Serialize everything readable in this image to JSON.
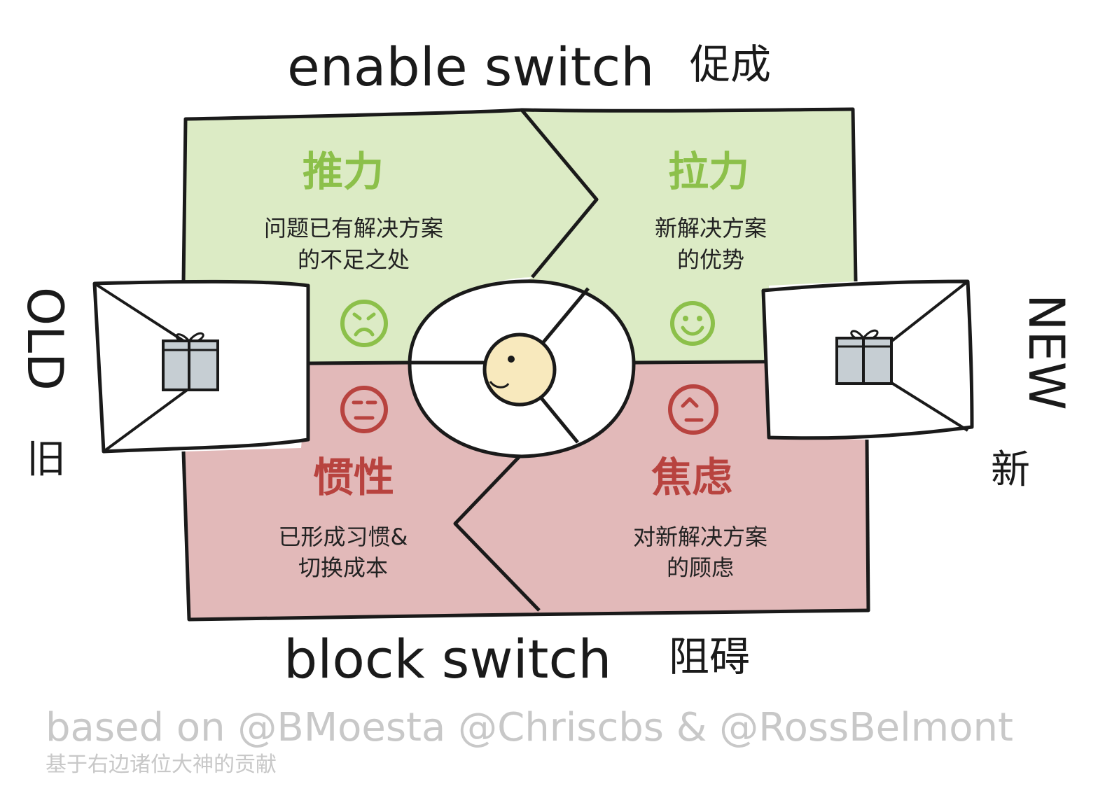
{
  "top_label": {
    "en": "enable switch",
    "zh": "促成"
  },
  "bottom_label": {
    "en": "block switch",
    "zh": "阻碍"
  },
  "left_label": {
    "en": "OLD",
    "zh": "旧"
  },
  "right_label": {
    "en": "NEW",
    "zh": "新"
  },
  "quadrants": {
    "push": {
      "title": "推力",
      "line1": "问题已有解决方案",
      "line2": "的不足之处",
      "face": "frown",
      "color": "#8cc04a"
    },
    "pull": {
      "title": "拉力",
      "line1": "新解决方案",
      "line2": "的优势",
      "face": "smile",
      "color": "#8cc04a"
    },
    "habit": {
      "title": "惯性",
      "line1": "已形成习惯&",
      "line2": "切换成本",
      "face": "neutral",
      "color": "#b8433f"
    },
    "anxiety": {
      "title": "焦虑",
      "line1": "对新解决方案",
      "line2": "的顾虑",
      "face": "worried",
      "color": "#b8433f"
    }
  },
  "credit": {
    "en": "based on @BMoesta @Chriscbs & @RossBelmont",
    "zh": "基于右边诸位大神的贡献"
  },
  "colors": {
    "green_bg": "#dcebc5",
    "red_bg": "#e2b9b9",
    "stroke": "#1a1a1a",
    "gift": "#c6ced3"
  }
}
